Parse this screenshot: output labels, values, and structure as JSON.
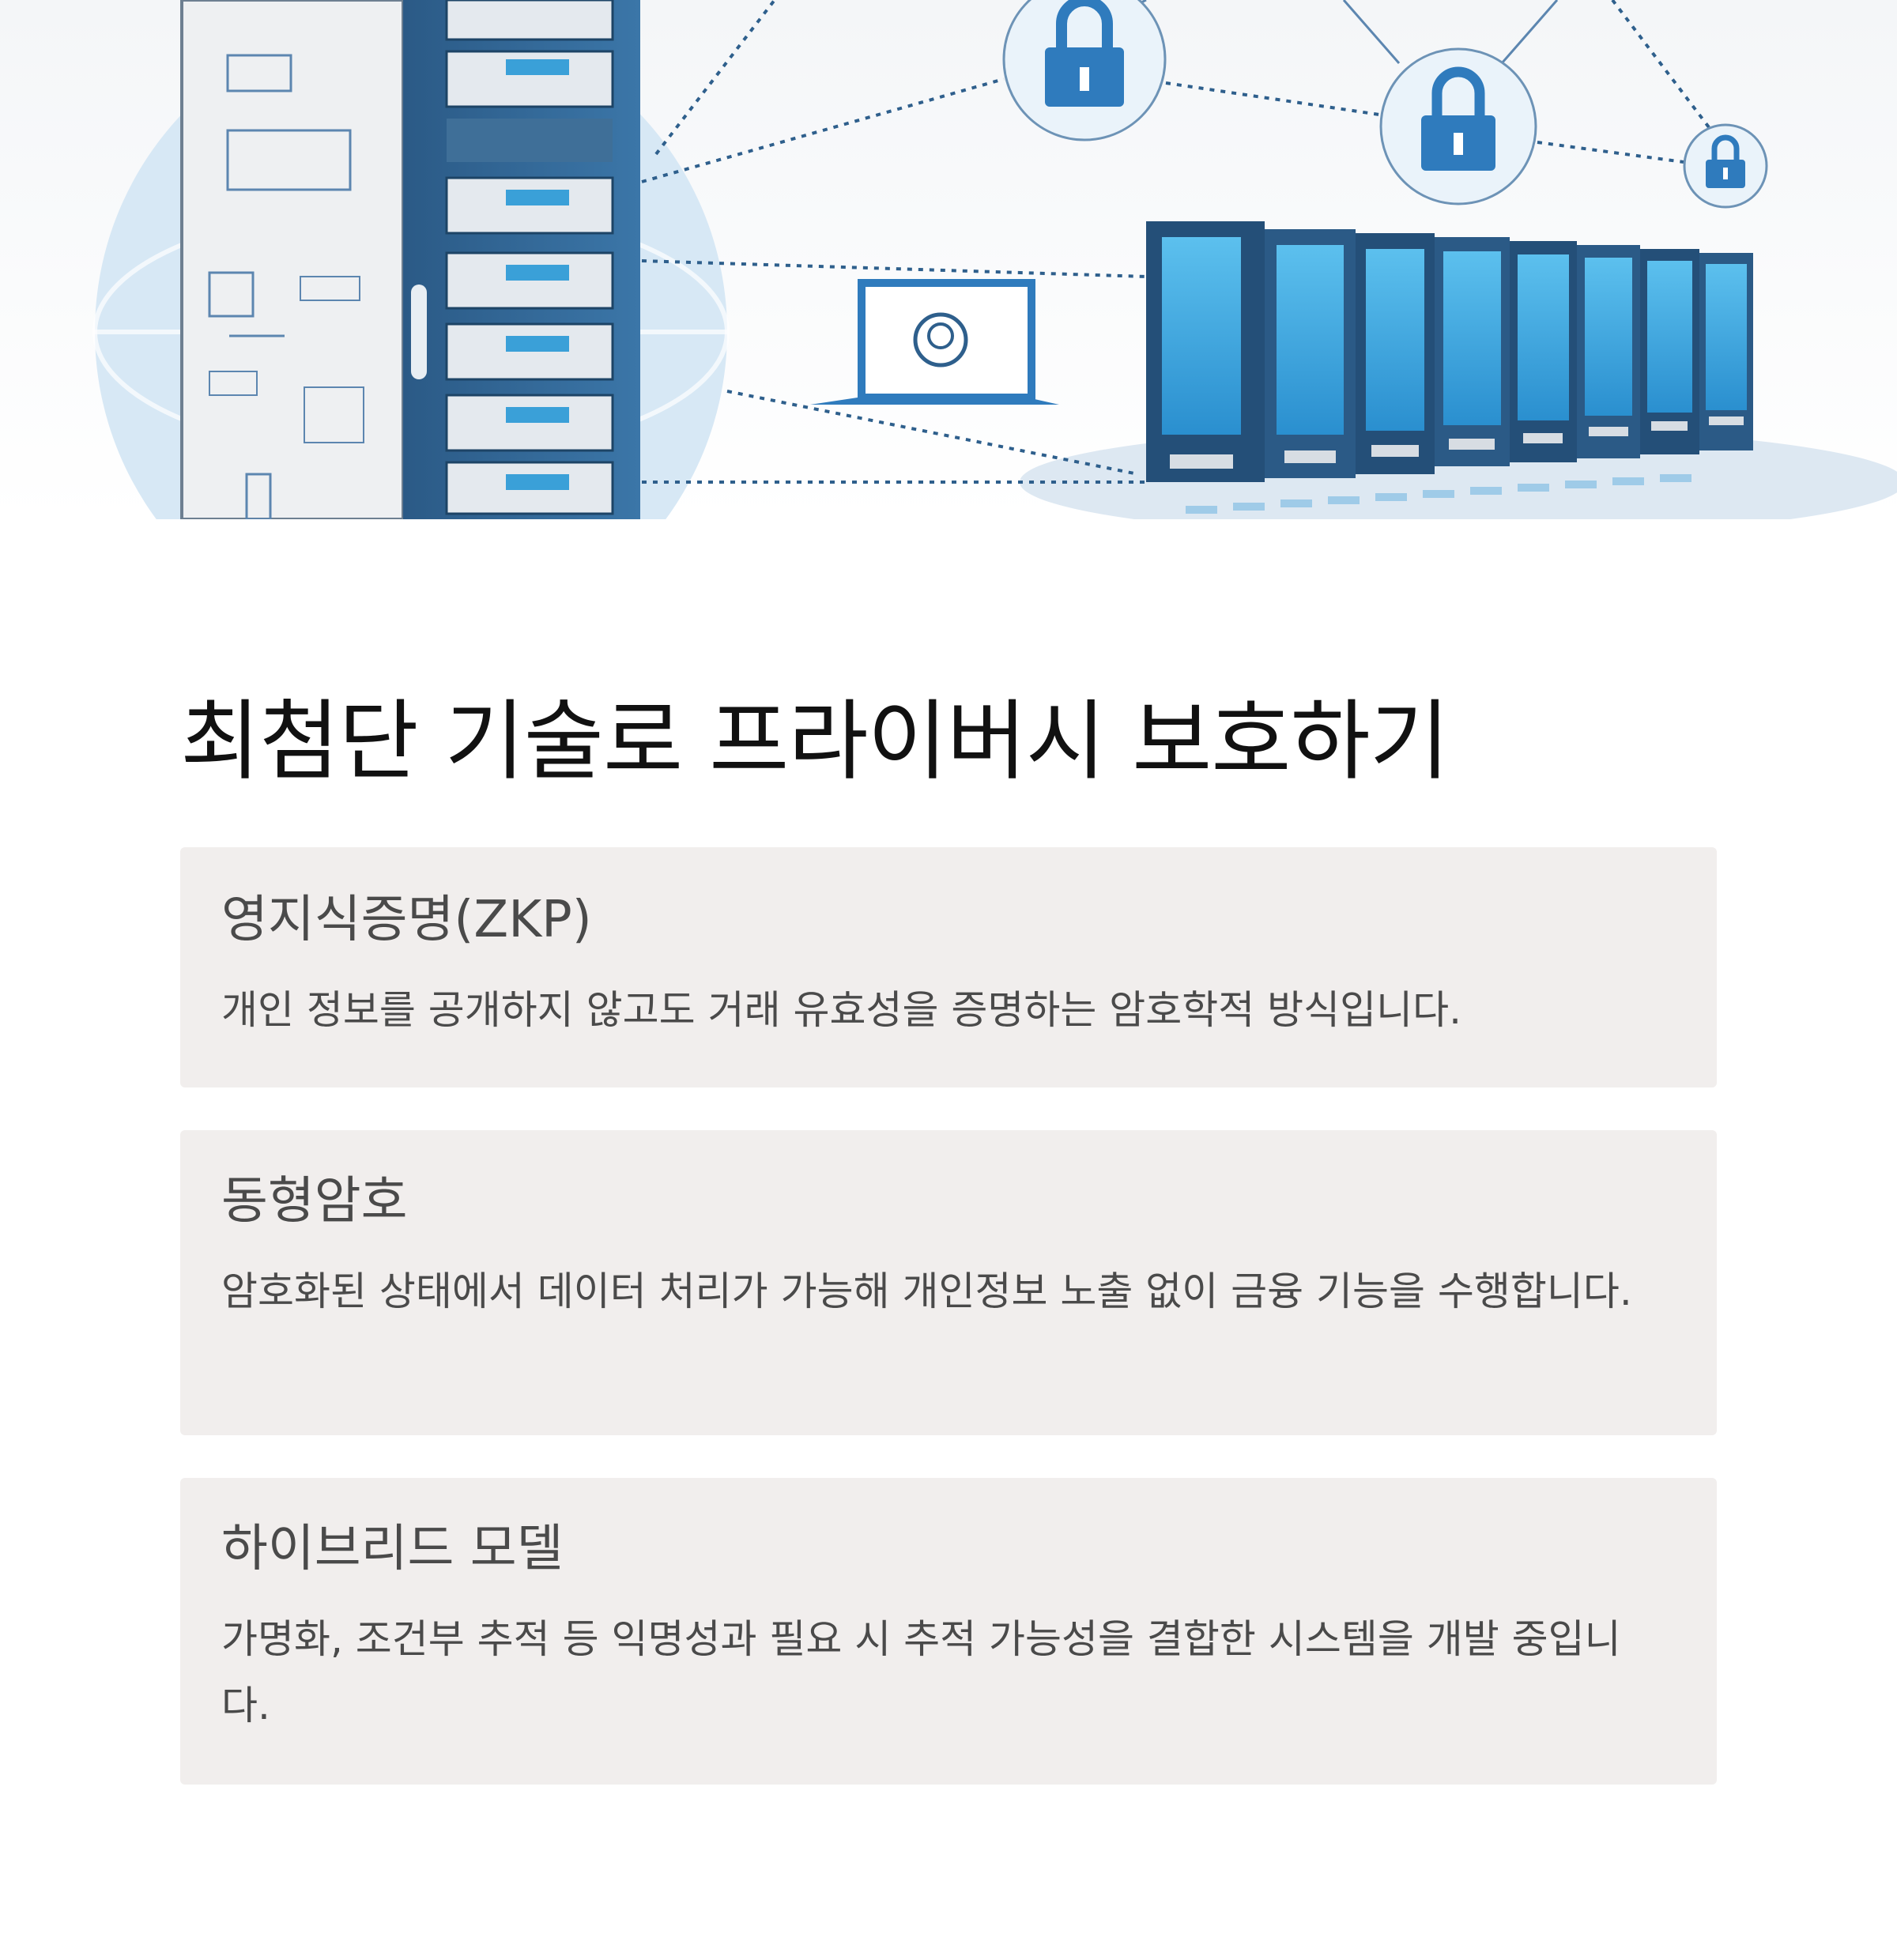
{
  "heading": "최첨단 기술로 프라이버시 보호하기",
  "cards": [
    {
      "title": "영지식증명(ZKP)",
      "body": "개인 정보를 공개하지 않고도 거래 유효성을 증명하는 암호학적 방식입니다."
    },
    {
      "title": "동형암호",
      "body": "암호화된 상태에서 데이터 처리가 가능해 개인정보 노출 없이 금융 기능을 수행합니다."
    },
    {
      "title": "하이브리드 모델",
      "body": "가명화, 조건부 추적 등 익명성과 필요 시 추적 가능성을 결합한 시스템을 개발 중입니다."
    }
  ],
  "hero": {
    "icons": [
      "server-rack-icon",
      "lock-icon",
      "laptop-icon",
      "server-row-icon",
      "network-line-icon"
    ],
    "colors": {
      "primary": "#2e5f8c",
      "accent": "#3aa0d8",
      "light": "#cfe3f3"
    }
  }
}
